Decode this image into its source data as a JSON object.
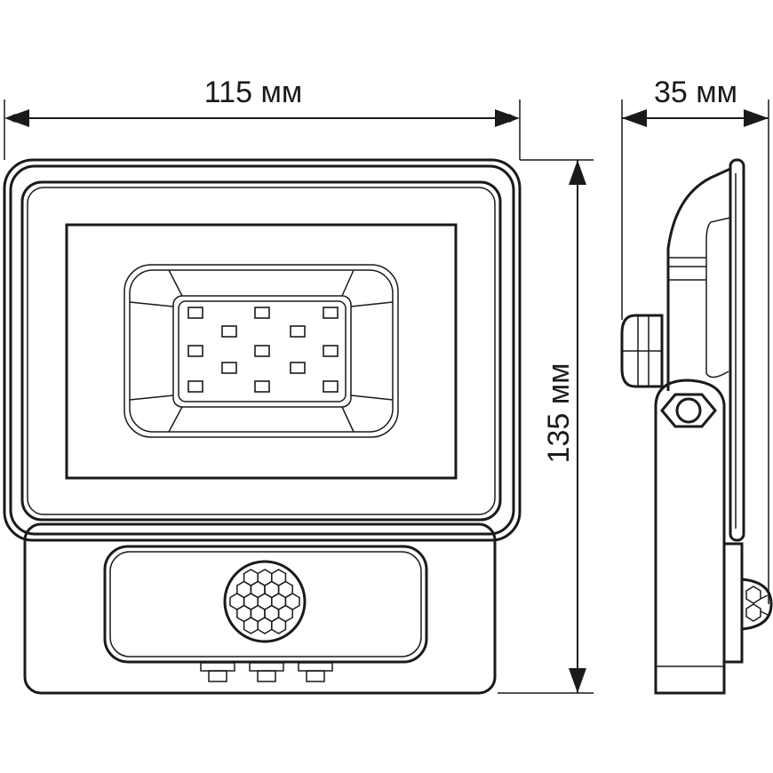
{
  "title": "LED floodlight with motion sensor – dimensions",
  "dimensions": {
    "width_label": "115 мм",
    "depth_label": "35 мм",
    "height_label": "135 мм"
  },
  "colors": {
    "line": "#1a1a1a",
    "background": "#ffffff"
  }
}
